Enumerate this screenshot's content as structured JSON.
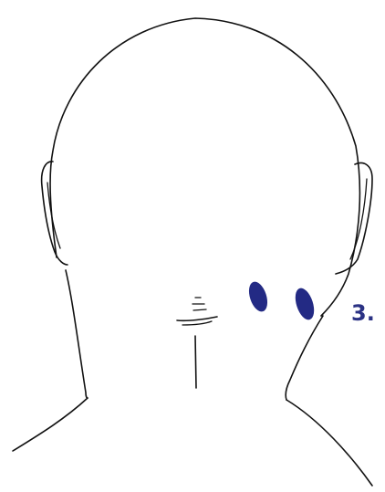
{
  "step_label": "3.",
  "colors": {
    "marker": "#232a84",
    "label": "#2b3284",
    "line": "#111111",
    "background": "#ffffff"
  },
  "illustration": {
    "subject": "back-of-head-and-neck",
    "markers": [
      "pressure-point-left",
      "pressure-point-right"
    ]
  }
}
